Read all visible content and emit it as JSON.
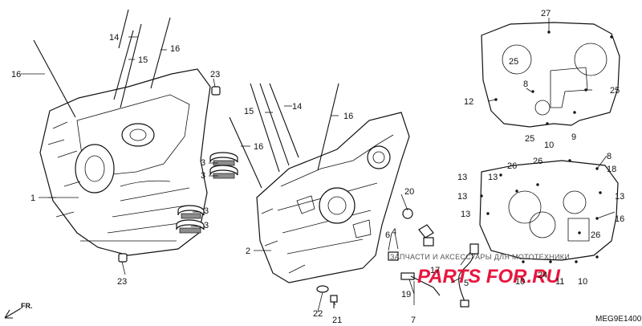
{
  "diagram": {
    "code": "MEG9E1400",
    "direction_label": "FR.",
    "watermark": {
      "tagline": "ЗАПЧАСТИ И АКСЕССУАРЫ ДЛЯ МОТОТЕХНИКИ",
      "brand": "PARTS FOR.RU"
    },
    "callouts": [
      "1",
      "2",
      "3",
      "3",
      "3",
      "3",
      "4",
      "5",
      "6",
      "7",
      "8",
      "8",
      "9",
      "10",
      "10",
      "10",
      "11",
      "12",
      "13",
      "13",
      "13",
      "13",
      "13",
      "14",
      "14",
      "15",
      "15",
      "16",
      "16",
      "16",
      "16",
      "16",
      "17",
      "18",
      "19",
      "20",
      "21",
      "22",
      "23",
      "23",
      "24",
      "25",
      "25",
      "25",
      "26",
      "26",
      "26",
      "27"
    ]
  }
}
